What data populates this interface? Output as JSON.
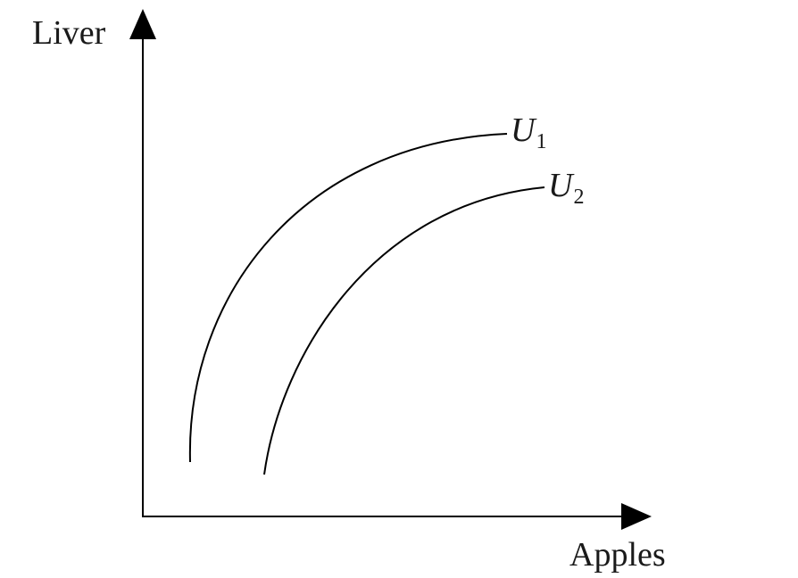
{
  "axes": {
    "y_label": "Liver",
    "x_label": "Apples"
  },
  "curves": [
    {
      "letter": "U",
      "subscript": "1"
    },
    {
      "letter": "U",
      "subscript": "2"
    }
  ],
  "colors": {
    "line": "#000000",
    "background": "#ffffff"
  }
}
